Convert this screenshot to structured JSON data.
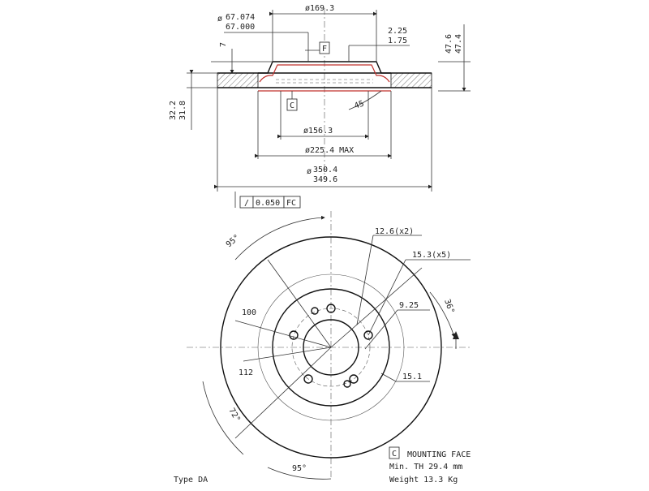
{
  "top_view": {
    "d_169": "ø169.3",
    "d_67_a": "67.074",
    "d_67_b": "67.000",
    "d_67_sym": "ø",
    "dim_2_25": "2.25",
    "dim_1_75": "1.75",
    "dim_7": "7",
    "dim_47_6": "47.6",
    "dim_47_4": "47.4",
    "dim_32_2": "32.2",
    "dim_31_8": "31.8",
    "box_f": "F",
    "box_c": "C",
    "angle_45": "45",
    "d_156": "ø156.3",
    "d_225": "ø225.4 MAX",
    "d_350_a": "350.4",
    "d_350_b": "349.6",
    "d_350_sym": "ø",
    "tolerance": "0.050",
    "tolerance_ref": "FC",
    "tolerance_sym": "/"
  },
  "front_view": {
    "hole_12_6": "12.6(x2)",
    "hole_15_3": "15.3(x5)",
    "dim_9_25": "9.25",
    "dim_15_1": "15.1",
    "dim_100": "100",
    "dim_112": "112",
    "angle_95_top": "95°",
    "angle_36": "36°",
    "angle_72": "72°",
    "angle_95_bottom": "95°"
  },
  "notes": {
    "type": "Type DA",
    "box_c": "C",
    "mounting_face": "MOUNTING FACE",
    "min_th": "Min. TH 29.4 mm",
    "weight": "Weight 13.3 Kg"
  },
  "colors": {
    "line": "#111111",
    "accent": "#c0302c"
  }
}
